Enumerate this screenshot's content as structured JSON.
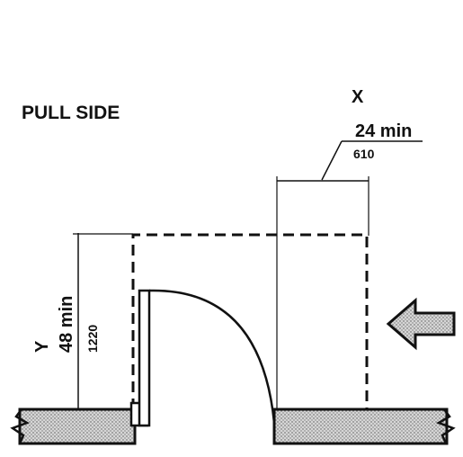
{
  "title": "PULL SIDE",
  "x_dim": {
    "letter": "X",
    "value": "24 min",
    "metric": "610"
  },
  "y_dim": {
    "letter": "Y",
    "value": "48 min",
    "metric": "1220"
  },
  "colors": {
    "ink": "#111111",
    "wall_fill": "#cfcfcf",
    "arrow_fill": "#d9d9d9",
    "background": "#ffffff"
  },
  "icons": [
    "approach-arrow-icon",
    "wall-break-icon"
  ]
}
